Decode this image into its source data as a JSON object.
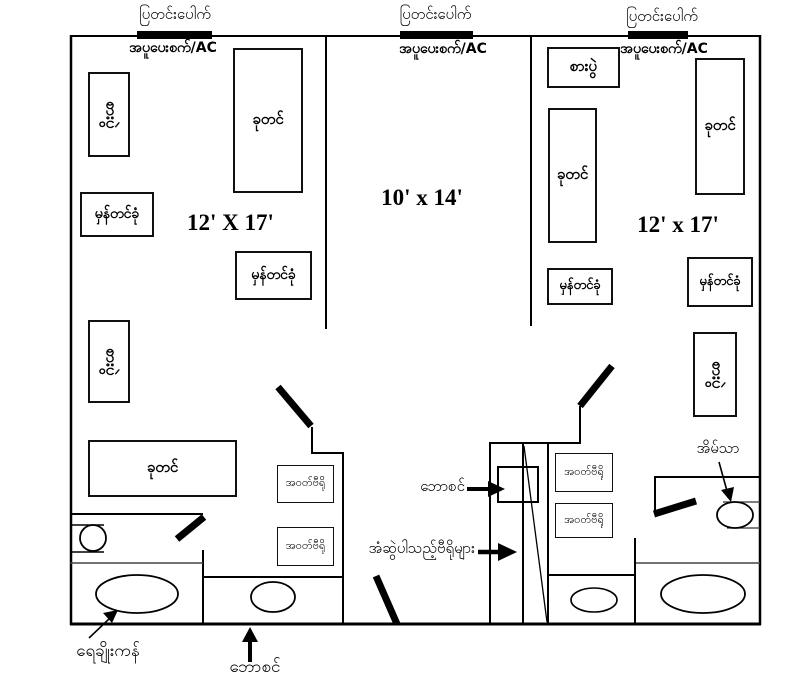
{
  "diagram": {
    "window_label": "ပြတင်းပေါက်",
    "heater_ac_label": "အပူပေးစက်/AC",
    "room_sizes": {
      "left": "12' X 17'",
      "middle": "10' x 14'",
      "right": "12' x 17'"
    },
    "furniture": {
      "bed": "ခုတင်",
      "table": "စားပွဲ",
      "mirror_stand": "မှန်တင်ခုံ",
      "wardrobe": "အဝတ်ဗီရို"
    },
    "annotations": {
      "basin": "ဘောစင်",
      "drawer_cabinets": "အံဆွဲပါသည့်ဗီရိုများ",
      "toilet": "အိမ်သာ",
      "bathtub": "ရေချိုးကန်"
    },
    "colors": {
      "line": "#000000",
      "background": "#ffffff"
    }
  }
}
